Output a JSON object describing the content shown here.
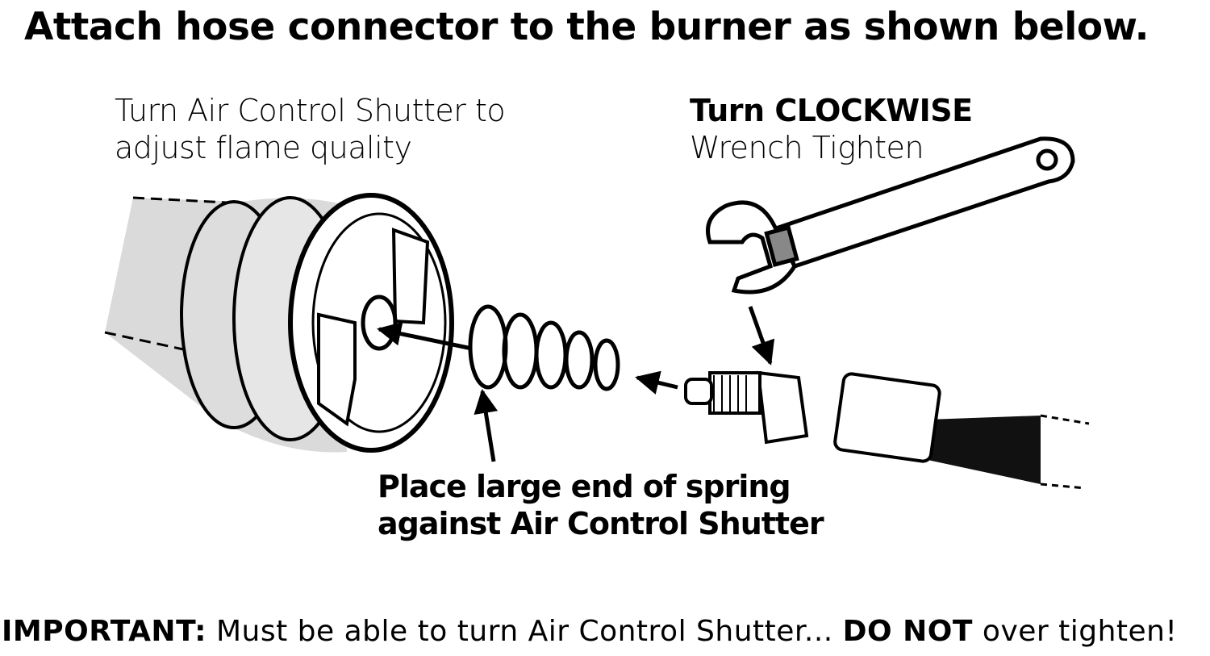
{
  "title": "Attach hose connector to the burner as shown below.",
  "shutter_label": {
    "line1": "Turn Air Control Shutter to",
    "line2": "adjust flame quality"
  },
  "wrench_label": {
    "line1": "Turn CLOCKWISE",
    "line2": "Wrench Tighten"
  },
  "spring_label": {
    "line1": "Place large end of spring",
    "line2": "against Air Control Shutter"
  },
  "important": {
    "prefix": "IMPORTANT:",
    "middle": " Must be able to turn Air Control Shutter... ",
    "emphasis": "DO NOT",
    "suffix": " over tighten!"
  }
}
